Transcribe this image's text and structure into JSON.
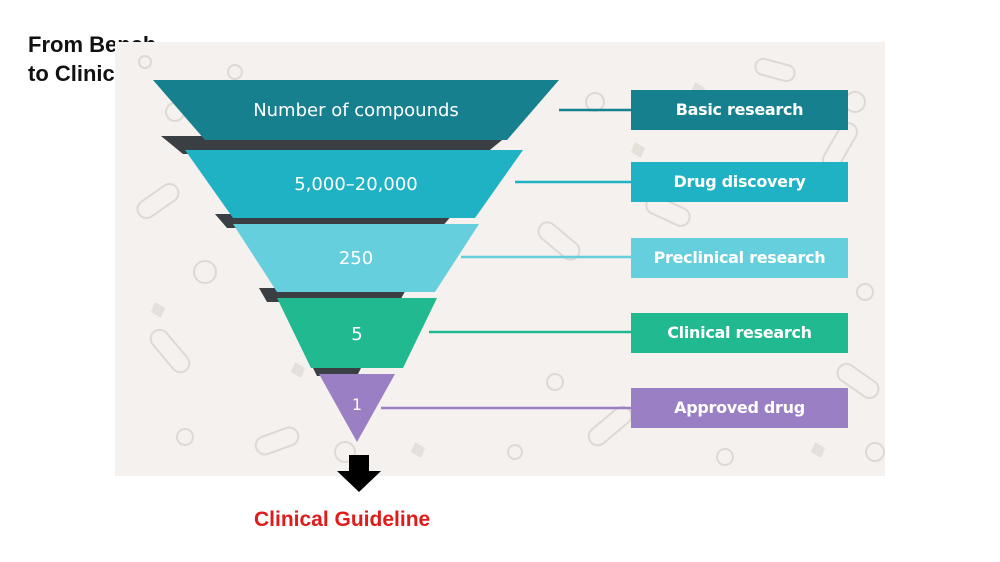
{
  "title": {
    "line1": "From Bench",
    "line2": "to Clinic"
  },
  "funnel": {
    "stages": [
      {
        "value": "Number of compounds",
        "label": "Basic research",
        "color": "#17808f"
      },
      {
        "value": "5,000–20,000",
        "label": "Drug discovery",
        "color": "#1eb2c4"
      },
      {
        "value": "250",
        "label": "Preclinical research",
        "color": "#66cfde"
      },
      {
        "value": "5",
        "label": "Clinical research",
        "color": "#21b98f"
      },
      {
        "value": "1",
        "label": "Approved drug",
        "color": "#9b7fc4"
      }
    ],
    "connector_color": "#3a3f43"
  },
  "arrow_icon": "down-arrow-icon",
  "footer": {
    "guideline": "Clinical Guideline"
  }
}
